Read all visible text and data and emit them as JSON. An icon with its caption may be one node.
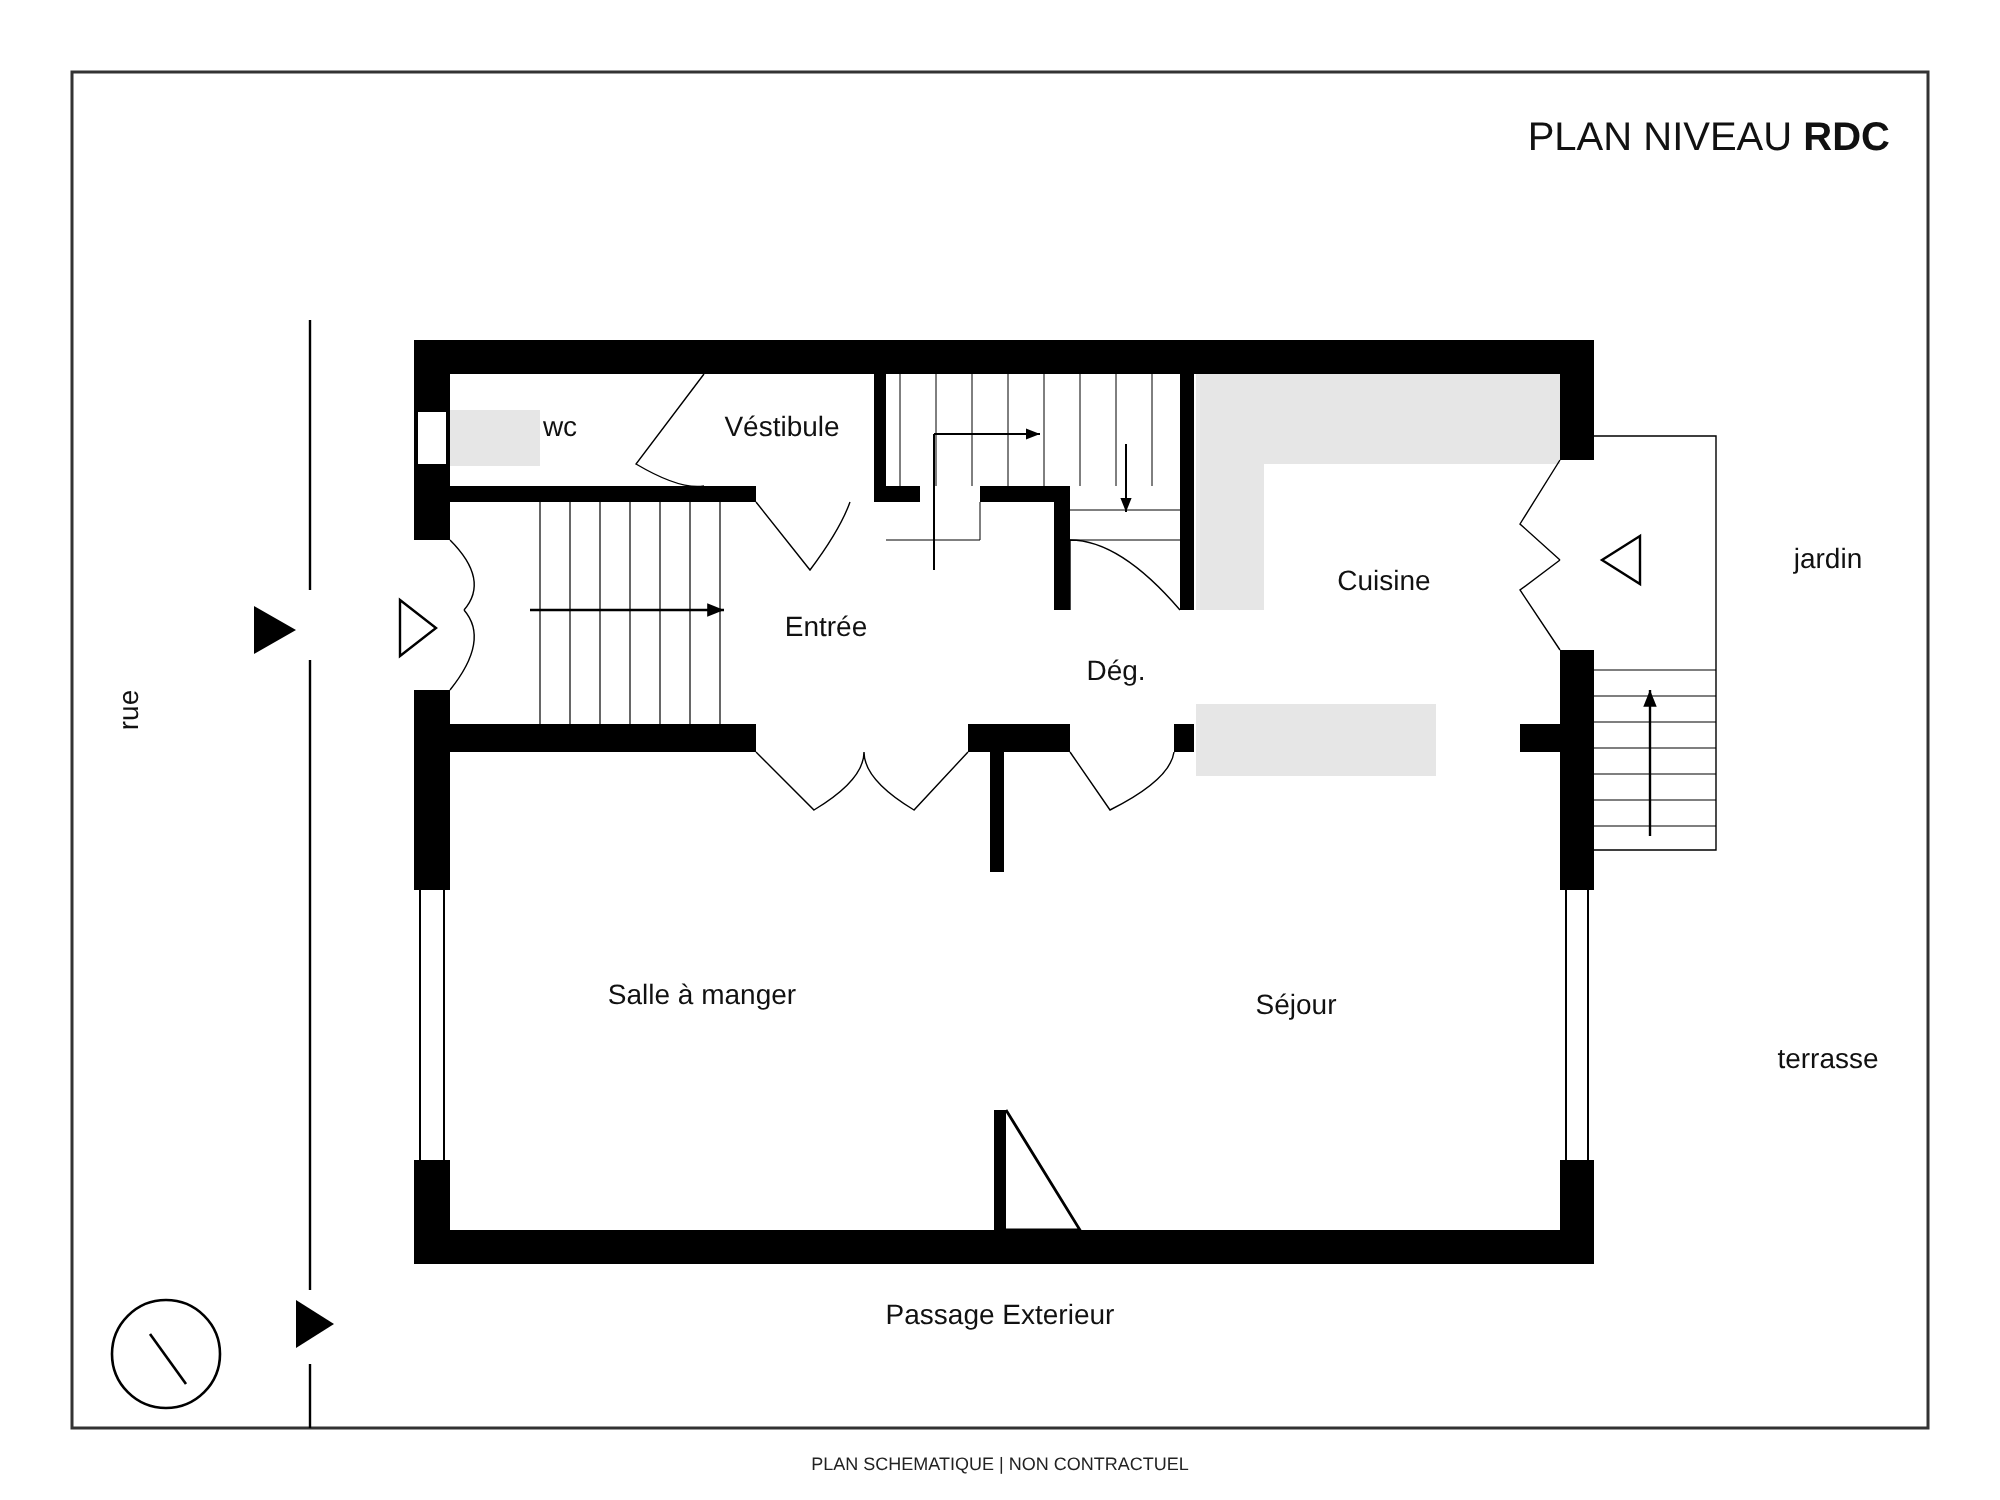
{
  "diagram": {
    "title": "PLAN NIVEAU **RDC**",
    "caption": "PLAN SCHEMATIQUE | NON CONTRACTUEL",
    "labels": [
      "wc",
      "Véstibule",
      "jardin",
      "Cuisine",
      "Entrée",
      "rue",
      "Dég.",
      "Salle à manger",
      "Séjour",
      "terrasse",
      "Passage Exterieur"
    ]
  }
}
